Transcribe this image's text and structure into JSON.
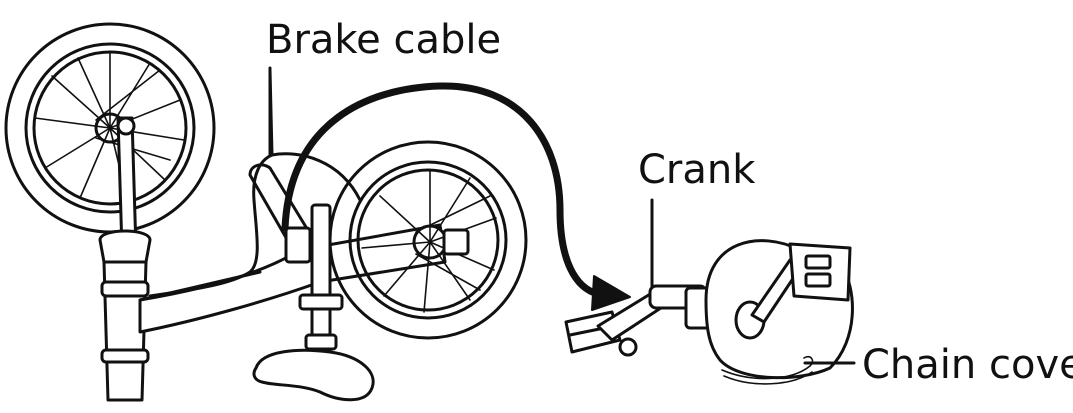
{
  "labels": {
    "brake_cable": "Brake cable",
    "crank": "Crank",
    "chain_cover": "Chain cover"
  },
  "colors": {
    "ink": "#111111",
    "background": "#ffffff"
  }
}
